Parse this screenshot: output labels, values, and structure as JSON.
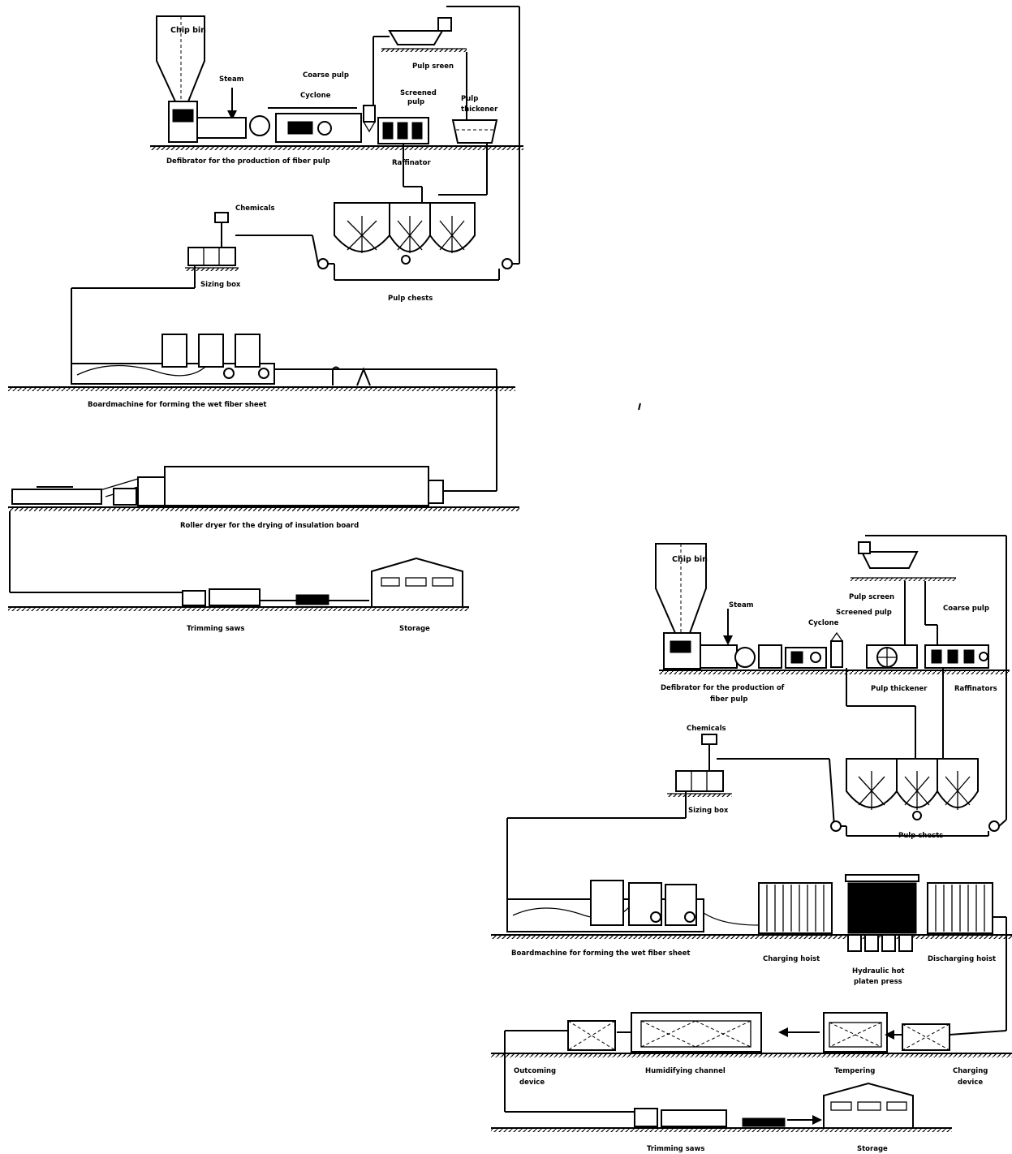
{
  "diagram_top": {
    "chip_bin": "Chip bin",
    "steam": "Steam",
    "coarse_pulp": "Coarse pulp",
    "pulp_screen": "Pulp sreen",
    "cyclone": "Cyclone",
    "screened_pulp_a": "Screened",
    "screened_pulp_b": "pulp",
    "pulp_thickener_a": "Pulp",
    "pulp_thickener_b": "thickener",
    "defibrator": "Defibrator for the production of fiber pulp",
    "raffinator": "Raffinator",
    "chemicals": "Chemicals",
    "sizing_box": "Sizing box",
    "pulp_chests": "Pulp chests",
    "boardmachine": "Boardmachine for forming the wet fiber sheet",
    "roller_dryer": "Roller dryer for the drying of insulation board",
    "trimming_saws": "Trimming saws",
    "storage": "Storage"
  },
  "diagram_bottom": {
    "chip_bin": "Chip bin",
    "steam": "Steam",
    "pulp_screen": "Pulp screen",
    "screened_pulp": "Screened pulp",
    "coarse_pulp": "Coarse pulp",
    "cyclone": "Cyclone",
    "defibrator_a": "Defibrator for the production of",
    "defibrator_b": "fiber pulp",
    "pulp_thickener": "Pulp thickener",
    "raffinators": "Raffinators",
    "chemicals": "Chemicals",
    "sizing_box": "Sizing box",
    "pulp_chests": "Pulp chests",
    "boardmachine": "Boardmachine for forming the wet fiber sheet",
    "charging_hoist": "Charging hoist",
    "hydraulic_press_a": "Hydraulic hot",
    "hydraulic_press_b": "platen press",
    "discharging_hoist": "Discharging hoist",
    "outcoming_device_a": "Outcoming",
    "outcoming_device_b": "device",
    "humidifying_channel": "Humidifying channel",
    "tempering": "Tempering",
    "charging_device_a": "Charging",
    "charging_device_b": "device",
    "trimming_saws": "Trimming saws",
    "storage": "Storage"
  }
}
